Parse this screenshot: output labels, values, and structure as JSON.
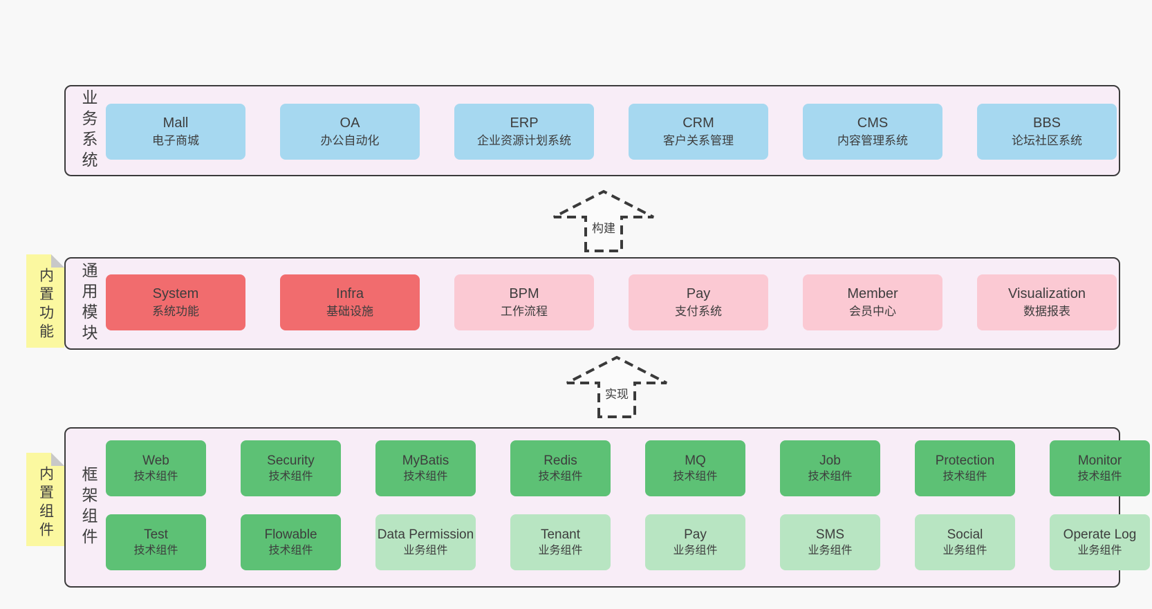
{
  "colors": {
    "page_background": "#f8f8f8",
    "band_background": "#f8edf7",
    "band_border": "#3b3b3b",
    "business_box": "#a6d8f0",
    "core_module_box": "#f16c6e",
    "optional_module_box": "#fbc9d3",
    "tech_component_box": "#5dc175",
    "biz_component_box": "#b8e5c2",
    "sticky_note": "#fbf8a0",
    "sticky_fold": "#c8c8c8",
    "text": "#3d3d3d"
  },
  "arrows": [
    {
      "label": "构建"
    },
    {
      "label": "实现"
    }
  ],
  "bands": [
    {
      "label": "业务系统",
      "boxes": [
        {
          "en": "Mall",
          "zh": "电子商城"
        },
        {
          "en": "OA",
          "zh": "办公自动化"
        },
        {
          "en": "ERP",
          "zh": "企业资源计划系统"
        },
        {
          "en": "CRM",
          "zh": "客户关系管理"
        },
        {
          "en": "CMS",
          "zh": "内容管理系统"
        },
        {
          "en": "BBS",
          "zh": "论坛社区系统"
        }
      ]
    },
    {
      "label": "通用模块",
      "sticky": "内置功能",
      "boxes": [
        {
          "en": "System",
          "zh": "系统功能"
        },
        {
          "en": "Infra",
          "zh": "基础设施"
        },
        {
          "en": "BPM",
          "zh": "工作流程"
        },
        {
          "en": "Pay",
          "zh": "支付系统"
        },
        {
          "en": "Member",
          "zh": "会员中心"
        },
        {
          "en": "Visualization",
          "zh": "数据报表"
        }
      ]
    },
    {
      "label": "框架组件",
      "sticky": "内置组件",
      "row1": [
        {
          "en": "Web",
          "zh": "技术组件"
        },
        {
          "en": "Security",
          "zh": "技术组件"
        },
        {
          "en": "MyBatis",
          "zh": "技术组件"
        },
        {
          "en": "Redis",
          "zh": "技术组件"
        },
        {
          "en": "MQ",
          "zh": "技术组件"
        },
        {
          "en": "Job",
          "zh": "技术组件"
        },
        {
          "en": "Protection",
          "zh": "技术组件"
        },
        {
          "en": "Monitor",
          "zh": "技术组件"
        }
      ],
      "row2": [
        {
          "en": "Test",
          "zh": "技术组件"
        },
        {
          "en": "Flowable",
          "zh": "技术组件"
        },
        {
          "en": "Data Permission",
          "zh": "业务组件"
        },
        {
          "en": "Tenant",
          "zh": "业务组件"
        },
        {
          "en": "Pay",
          "zh": "业务组件"
        },
        {
          "en": "SMS",
          "zh": "业务组件"
        },
        {
          "en": "Social",
          "zh": "业务组件"
        },
        {
          "en": "Operate Log",
          "zh": "业务组件"
        }
      ]
    }
  ]
}
